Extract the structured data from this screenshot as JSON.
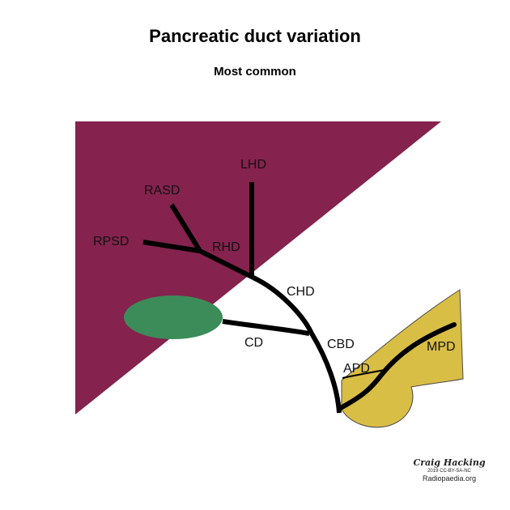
{
  "title": "Pancreatic duct variation",
  "subtitle": "Most common",
  "labels": {
    "lhd": "LHD",
    "rasd": "RASD",
    "rpsd": "RPSD",
    "rhd": "RHD",
    "chd": "CHD",
    "cd": "CD",
    "cbd": "CBD",
    "apd": "APD",
    "mpd": "MPD"
  },
  "credit": {
    "author": "Craig Hacking",
    "license": "2019 CC-BY-SA-NC",
    "site": "Radiopaedia.org"
  },
  "colors": {
    "liver": "#85224E",
    "gallbladder": "#3B8C58",
    "pancreas": "#D9BE45",
    "duct": "#000000"
  }
}
